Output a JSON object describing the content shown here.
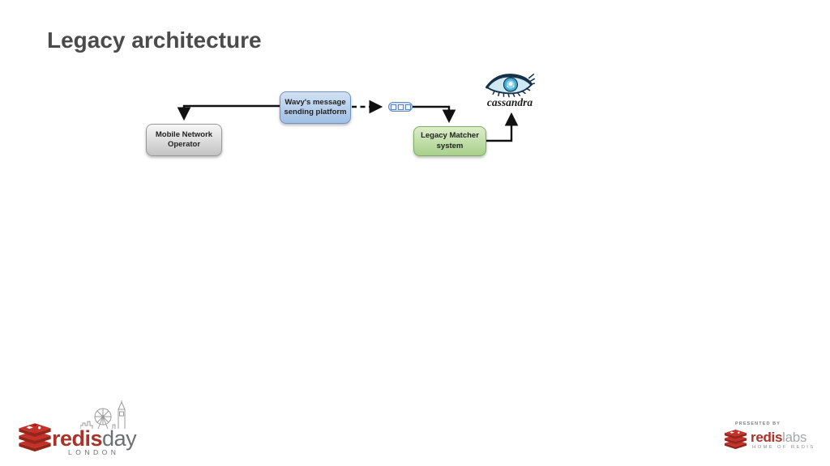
{
  "slide": {
    "title": "Legacy architecture"
  },
  "diagram": {
    "nodes": {
      "wavy": {
        "label": "Wavy's message sending platform",
        "fill": "#b9d2ec",
        "border": "#6e93c4"
      },
      "mno": {
        "label": "Mobile Network Operator",
        "fill": "#dddddd",
        "border": "#9a9a9a"
      },
      "legacy": {
        "label": "Legacy Matcher system",
        "fill": "#c2deaa",
        "border": "#7fae5f"
      },
      "queue": {
        "icon": "message-queue-icon"
      },
      "cassandra": {
        "label": "cassandra",
        "icon": "cassandra-eye-icon"
      }
    },
    "edges": [
      {
        "from": "wavy",
        "to": "mno",
        "style": "solid"
      },
      {
        "from": "wavy",
        "to": "queue",
        "style": "dashed"
      },
      {
        "from": "queue",
        "to": "legacy",
        "style": "solid"
      },
      {
        "from": "legacy",
        "to": "cassandra",
        "style": "solid"
      }
    ],
    "connector_color": "#111111"
  },
  "footer": {
    "event_logo": {
      "brand": "redis",
      "suffix": "day",
      "city": "L O N D O N",
      "city_plain": "LONDON",
      "brand_color": "#a93328",
      "suffix_color": "#6d6e71"
    },
    "presented_by": {
      "label": "PRESENTED BY",
      "brand": "redis",
      "suffix": "labs",
      "tagline": "HOME OF REDIS",
      "brand_color": "#a93328"
    }
  },
  "colors": {
    "background": "#ffffff",
    "title": "#4b4b4b",
    "redis_red_bright": "#c6302b",
    "redis_red_dark": "#93261b",
    "cassandra_blue": "#45aed2"
  }
}
